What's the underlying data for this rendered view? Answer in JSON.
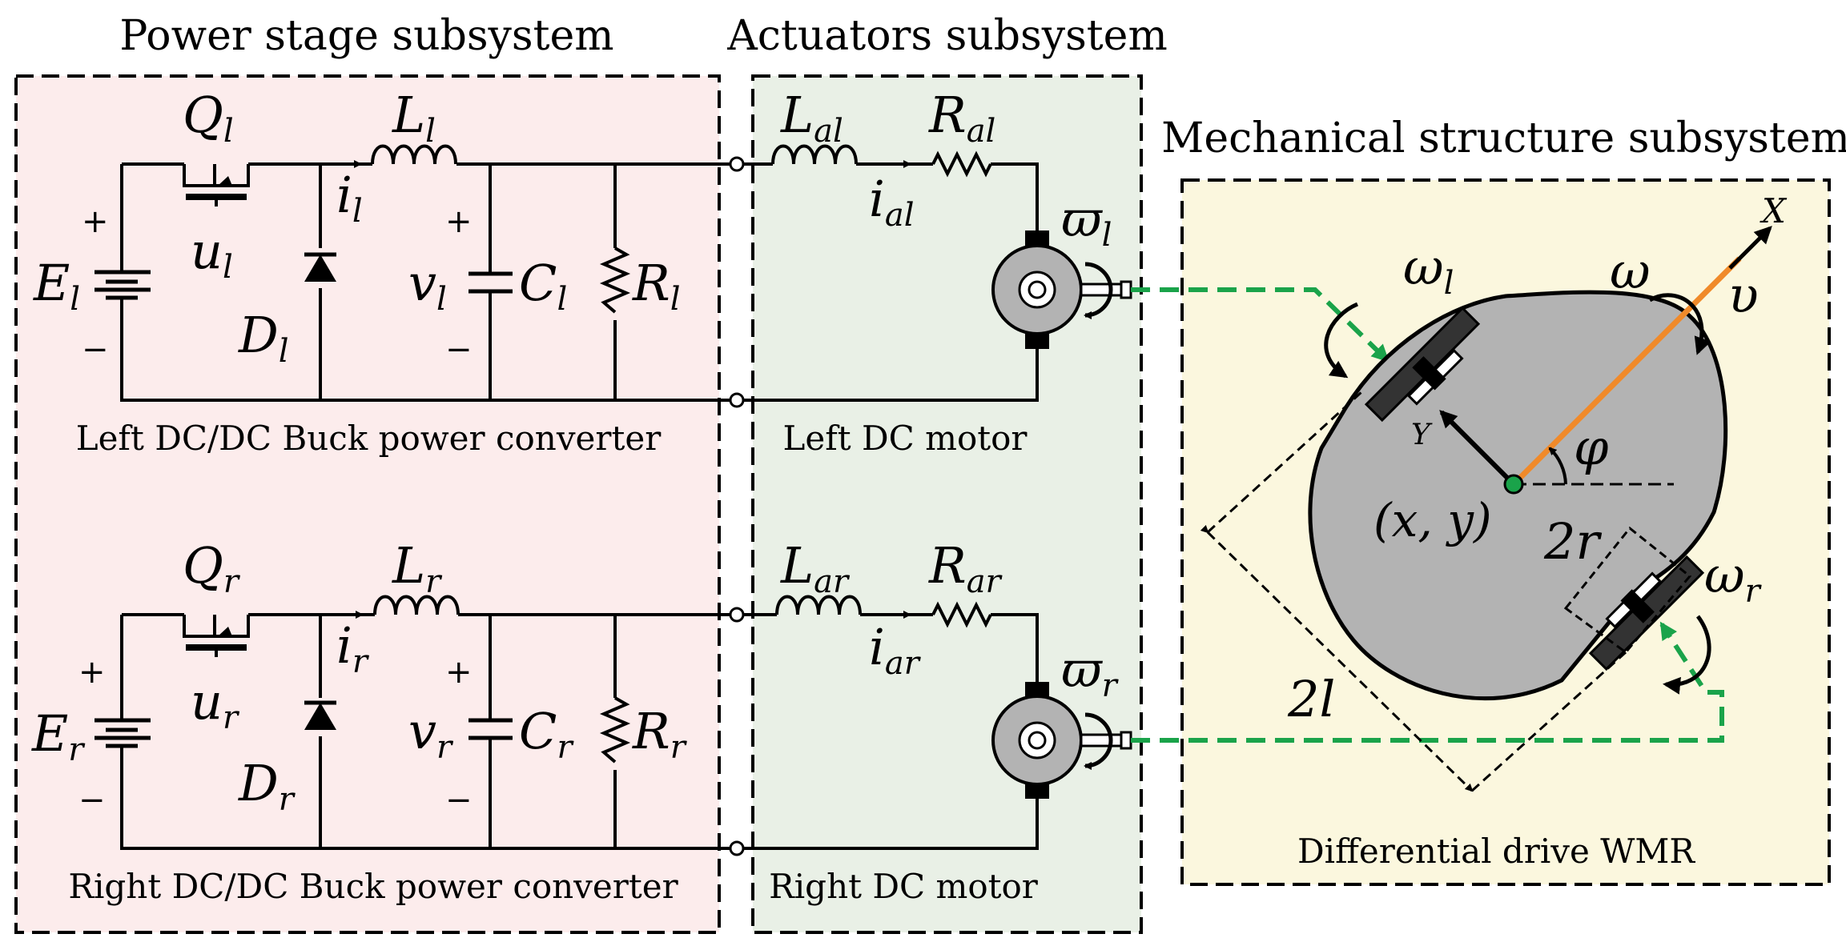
{
  "headers": {
    "power": "Power stage subsystem",
    "actuators": "Actuators subsystem",
    "mechanical": "Mechanical structure subsystem"
  },
  "captions": {
    "left_converter": "Left DC/DC Buck power converter",
    "right_converter": "Right DC/DC Buck power converter",
    "left_motor": "Left DC motor",
    "right_motor": "Right DC motor",
    "wmr": "Differential drive WMR"
  },
  "signs": {
    "plus": "+",
    "minus": "−"
  },
  "left_circuit": {
    "Q": {
      "m": "Q",
      "s": "l"
    },
    "u": {
      "m": "u",
      "s": "l"
    },
    "L": {
      "m": "L",
      "s": "l"
    },
    "i": {
      "m": "i",
      "s": "l"
    },
    "E": {
      "m": "E",
      "s": "l"
    },
    "D": {
      "m": "D",
      "s": "l"
    },
    "v": {
      "m": "v",
      "s": "l"
    },
    "C": {
      "m": "C",
      "s": "l"
    },
    "R": {
      "m": "R",
      "s": "l"
    },
    "La": {
      "m": "L",
      "s": "al"
    },
    "Ra": {
      "m": "R",
      "s": "al"
    },
    "ia": {
      "m": "i",
      "s": "al"
    },
    "varpi": {
      "m": "ϖ",
      "s": "l"
    }
  },
  "right_circuit": {
    "Q": {
      "m": "Q",
      "s": "r"
    },
    "u": {
      "m": "u",
      "s": "r"
    },
    "L": {
      "m": "L",
      "s": "r"
    },
    "i": {
      "m": "i",
      "s": "r"
    },
    "E": {
      "m": "E",
      "s": "r"
    },
    "D": {
      "m": "D",
      "s": "r"
    },
    "v": {
      "m": "v",
      "s": "r"
    },
    "C": {
      "m": "C",
      "s": "r"
    },
    "R": {
      "m": "R",
      "s": "r"
    },
    "La": {
      "m": "L",
      "s": "ar"
    },
    "Ra": {
      "m": "R",
      "s": "ar"
    },
    "ia": {
      "m": "i",
      "s": "ar"
    },
    "varpi": {
      "m": "ϖ",
      "s": "r"
    }
  },
  "robot": {
    "X": "X",
    "Y": "Y",
    "v": "υ",
    "omega": "ω",
    "phi": "φ",
    "position": "(x, y)",
    "omega_l": {
      "m": "ω",
      "s": "l"
    },
    "omega_r": {
      "m": "ω",
      "s": "r"
    },
    "two_r": "2r",
    "two_l": "2l"
  },
  "colors": {
    "power_bg": "#fcecec",
    "actuator_bg": "#e9f0e6",
    "mech_bg": "#fbf7de",
    "body": "#b3b3b3",
    "orange": "#f08a2a",
    "green_link": "#1aa34a"
  }
}
